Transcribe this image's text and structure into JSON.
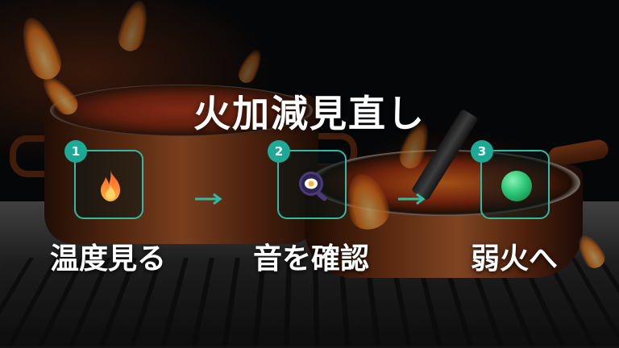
{
  "title": "火加減見直し",
  "colors": {
    "accent": "#33b8a6",
    "badge": "#1ea896",
    "text": "#ffffff"
  },
  "steps": [
    {
      "number": "1",
      "icon": "fire-icon",
      "label": "温度見る"
    },
    {
      "number": "2",
      "icon": "frying-pan-egg-icon",
      "label": "音を確認"
    },
    {
      "number": "3",
      "icon": "green-circle-icon",
      "label": "弱火へ"
    }
  ]
}
